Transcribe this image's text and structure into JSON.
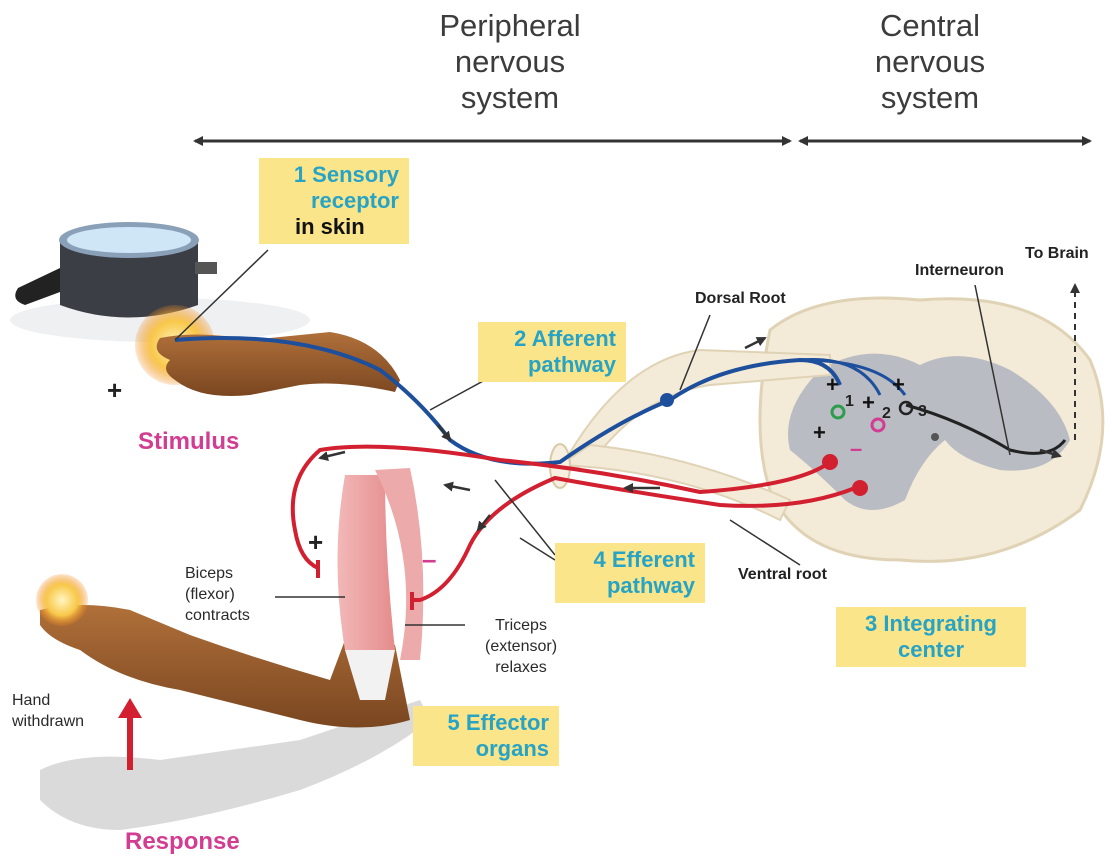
{
  "headers": {
    "peripheral": [
      "Peripheral",
      "nervous",
      "system"
    ],
    "central": [
      "Central",
      "nervous",
      "system"
    ]
  },
  "boxes": {
    "sensory_receptor": [
      "1 Sensory",
      "receptor",
      "in skin"
    ],
    "afferent": [
      "2 Afferent",
      "pathway"
    ],
    "efferent": [
      "4 Efferent",
      "pathway"
    ],
    "integrating": [
      "3 Integrating",
      "center"
    ],
    "effector": [
      "5 Effector",
      "organs"
    ]
  },
  "labels": {
    "stimulus": "Stimulus",
    "response": "Response",
    "dorsal_root": "Dorsal Root",
    "ventral_root": "Ventral root",
    "interneuron": "Interneuron",
    "to_brain": "To Brain",
    "biceps": [
      "Biceps",
      "(flexor)",
      "contracts"
    ],
    "triceps": [
      "Triceps",
      "(extensor)",
      "relaxes"
    ],
    "hand_withdrawn": [
      "Hand",
      "withdrawn"
    ],
    "synapse_numbers": [
      "1",
      "2",
      "3"
    ],
    "plus": "+",
    "minus": "–"
  },
  "colors": {
    "afferent": "#1d4f9c",
    "efferent": "#d32030",
    "box_fill": "#fbe58a",
    "box_text": "#27a3c5",
    "magenta": "#d23c91",
    "cord_gray": "#b9bcc2",
    "cord_white": "#f3ead8"
  }
}
